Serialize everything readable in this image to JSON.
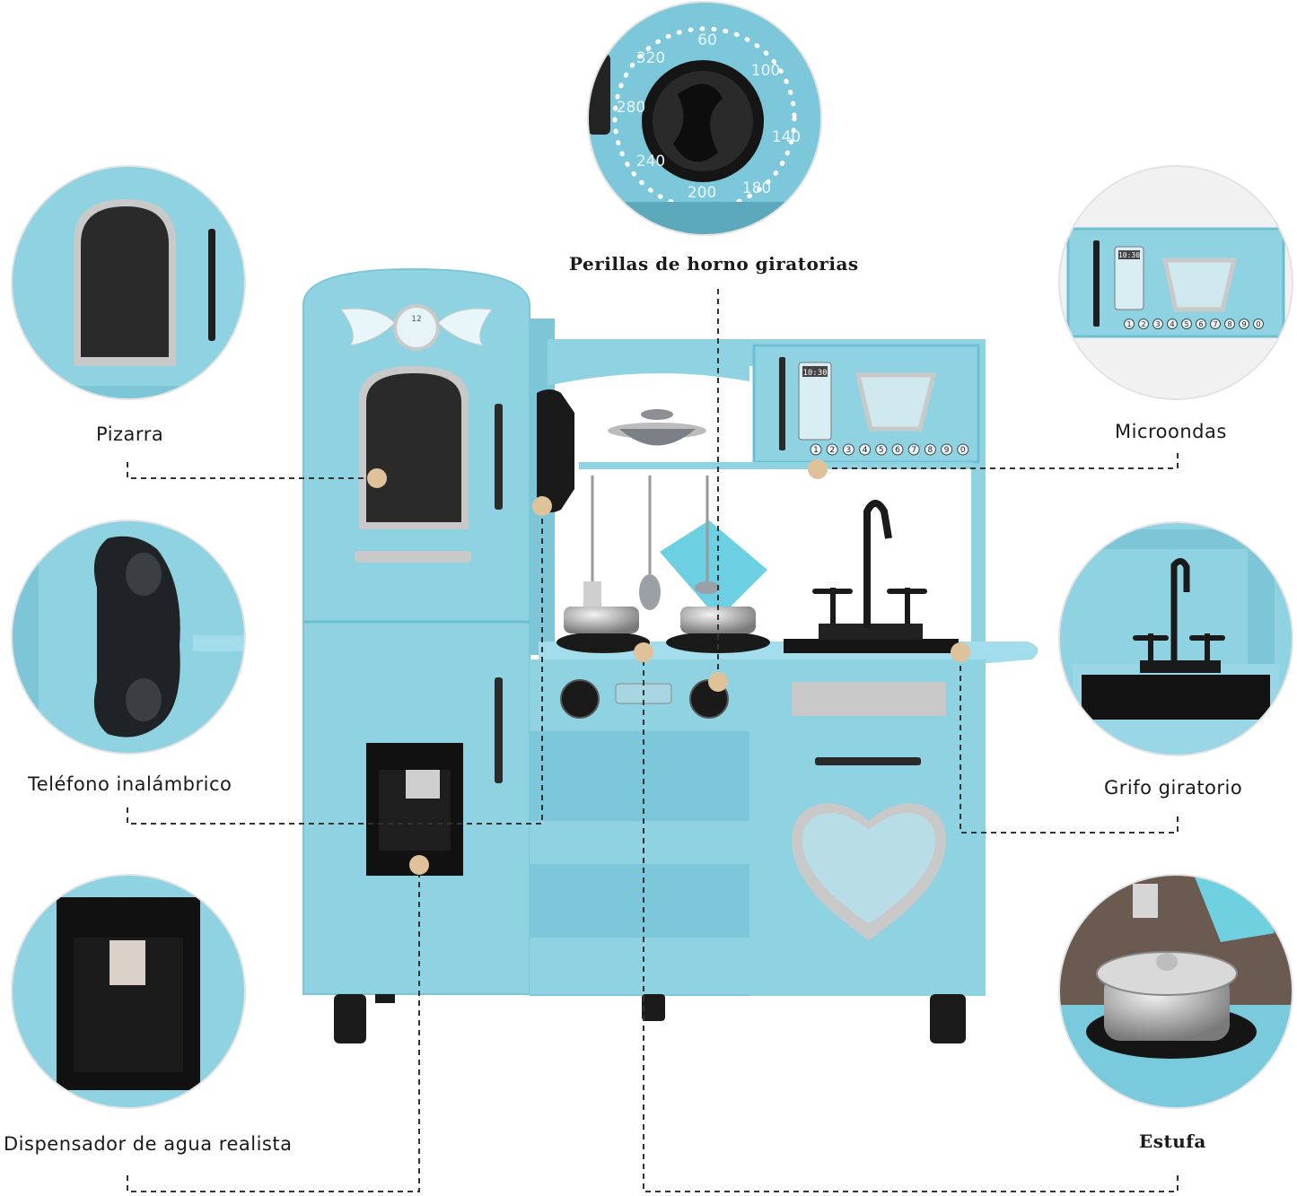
{
  "callouts": {
    "pizarra": "Pizarra",
    "telefono": "Teléfono inalámbrico",
    "dispensador": "Dispensador de agua realista",
    "perillas": "Perillas de horno giratorias",
    "microondas": "Microondas",
    "grifo": "Grifo giratorio",
    "estufa": "Estufa"
  },
  "knob_scale": [
    "60",
    "100",
    "140",
    "180",
    "200",
    "240",
    "280",
    "320"
  ],
  "microwave": {
    "clock": "10:30",
    "digits": [
      "1",
      "2",
      "3",
      "4",
      "5",
      "6",
      "7",
      "8",
      "9",
      "0"
    ]
  },
  "fridge_clock": "12",
  "colors": {
    "kitchen_blue": "#8fd3e3",
    "kitchen_blue_dark": "#6cbfd2",
    "chalkboard": "#2a2a2a",
    "silver": "#c9c9c9",
    "marker": "#dfc29a",
    "dash": "#333333"
  }
}
